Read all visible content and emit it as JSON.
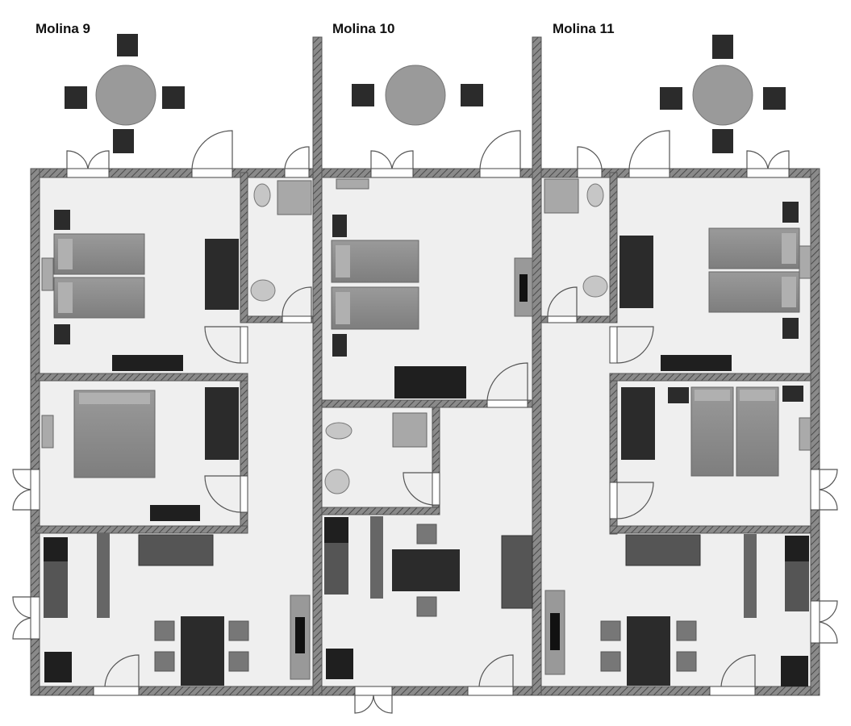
{
  "units": [
    {
      "label": "Molina 9"
    },
    {
      "label": "Molina 10"
    },
    {
      "label": "Molina 11"
    }
  ],
  "colors": {
    "wall": "#777777",
    "floor": "#efefef",
    "furniture_dark": "#2b2b2b",
    "furniture_grey": "#8c8c8c",
    "table_round": "#9a9a9a"
  }
}
